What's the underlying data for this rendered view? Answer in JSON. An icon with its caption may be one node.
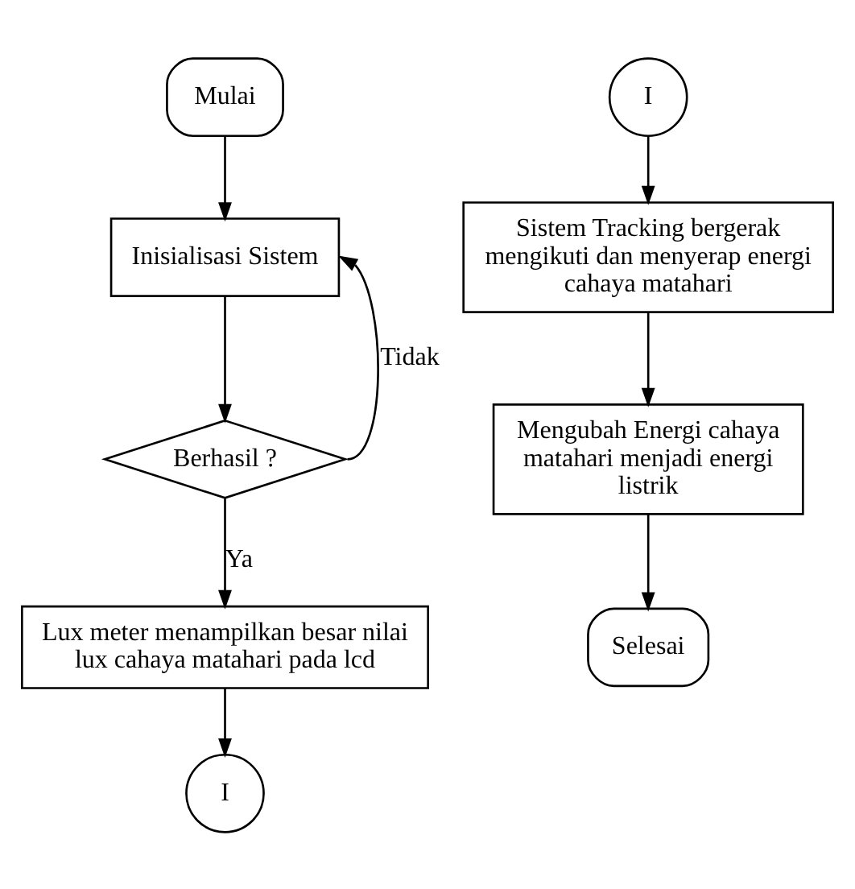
{
  "diagram": {
    "nodes": [
      {
        "text": [
          "Mulai"
        ]
      },
      {
        "text": [
          "Inisialisasi Sistem"
        ]
      },
      {
        "text": [
          "Berhasil ?"
        ]
      },
      {
        "text": [
          "Lux meter menampilkan besar nilai lux cahaya matahari pada lcd"
        ]
      },
      {
        "text": [
          "I"
        ]
      },
      {
        "text": [
          "I"
        ]
      },
      {
        "text": [
          "Sistem Tracking bergerak mengikuti dan menyerap energi cahaya matahari"
        ]
      },
      {
        "text": [
          "Mengubah Energi cahaya matahari menjadi energi listrik"
        ]
      },
      {
        "text": [
          "Selesai"
        ]
      }
    ],
    "edges": [
      {
        "from": 0,
        "to": 1,
        "arrow": "to"
      },
      {
        "from": 1,
        "to": 2,
        "arrow": "to"
      },
      {
        "from": 2,
        "to": 1,
        "arrow": "to",
        "label": "Tidak"
      },
      {
        "from": 2,
        "to": 3,
        "arrow": "to",
        "label": "Ya"
      },
      {
        "from": 3,
        "to": 4,
        "arrow": "to"
      },
      {
        "from": 5,
        "to": 6,
        "arrow": "to"
      },
      {
        "from": 6,
        "to": 7,
        "arrow": "to"
      },
      {
        "from": 7,
        "to": 8,
        "arrow": "to"
      }
    ]
  }
}
